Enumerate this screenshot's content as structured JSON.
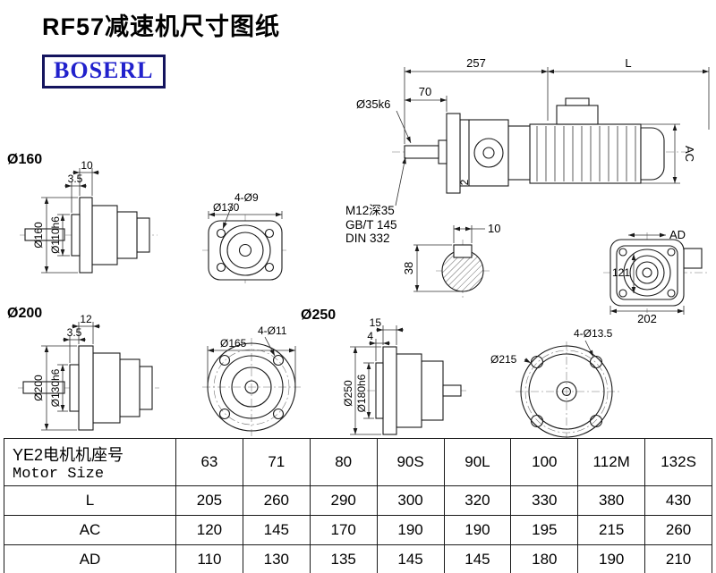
{
  "page": {
    "title": "RF57减速机尺寸图纸",
    "logo_text": "BOSERL",
    "colors": {
      "logo_text": "#2121cc",
      "logo_border": "#14145e",
      "line": "#1a1a1a"
    }
  },
  "drawing": {
    "main_view": {
      "dim_257": "257",
      "dim_L": "L",
      "dim_70": "70",
      "shaft_dia": "Ø35k6",
      "dim_AC": "AC",
      "dim_2": "2",
      "tap_note": "M12深35",
      "std_note1": "GB/T 145",
      "std_note2": "DIN 332"
    },
    "flange160_view": {
      "label": "Ø160",
      "dim_10": "10",
      "dim_3_5": "3.5",
      "flange_dia": "Ø160",
      "spigot_dia": "Ø110h6"
    },
    "flange130_view": {
      "bolt_holes": "4-Ø9",
      "dim": "Ø130"
    },
    "key_section": {
      "key_width": "10",
      "height": "38"
    },
    "motor_end_view": {
      "dim_AD": "AD",
      "dim_121": "121",
      "dim_202": "202"
    },
    "flange200_view": {
      "label": "Ø200",
      "dim_12": "12",
      "dim_3_5": "3.5",
      "flange_dia": "Ø200",
      "spigot_dia": "Ø130h6"
    },
    "flange165_view": {
      "label": "Ø250",
      "dim": "Ø165",
      "bolt_holes": "4-Ø11"
    },
    "flange250_view": {
      "dim_15": "15",
      "dim_4": "4",
      "flange_dia": "Ø250",
      "spigot_dia": "Ø180h6"
    },
    "flange215_view": {
      "bolt_holes": "4-Ø13.5",
      "dim": "Ø215"
    }
  },
  "table": {
    "header": {
      "line1": "YE2电机机座号",
      "line2": "Motor Size"
    },
    "columns": [
      "63",
      "71",
      "80",
      "90S",
      "90L",
      "100",
      "112M",
      "132S"
    ],
    "rows": [
      {
        "label": "L",
        "values": [
          "205",
          "260",
          "290",
          "300",
          "320",
          "330",
          "380",
          "430"
        ]
      },
      {
        "label": "AC",
        "values": [
          "120",
          "145",
          "170",
          "190",
          "190",
          "195",
          "215",
          "260"
        ]
      },
      {
        "label": "AD",
        "values": [
          "110",
          "130",
          "135",
          "145",
          "145",
          "180",
          "190",
          "210"
        ]
      }
    ]
  }
}
